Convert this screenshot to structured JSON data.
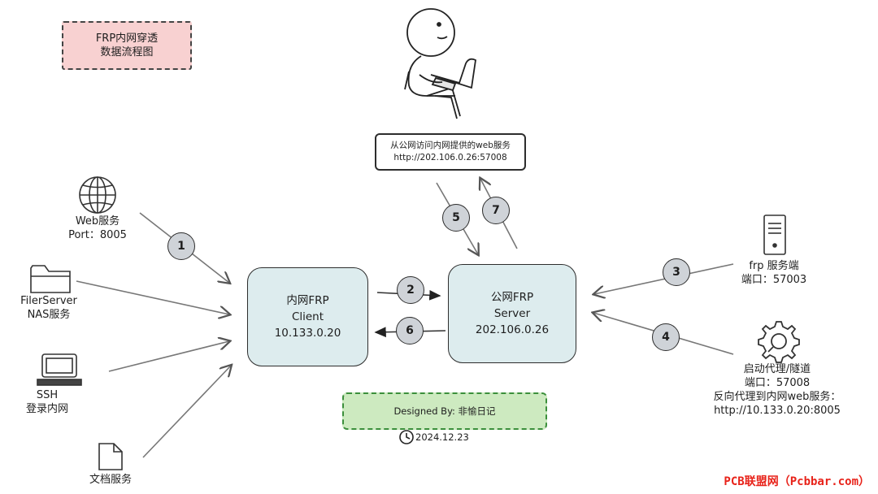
{
  "title": {
    "line1": "FRP内网穿透",
    "line2": "数据流程图"
  },
  "client": {
    "line1": "内网FRP",
    "line2": "Client",
    "line3": "10.133.0.20"
  },
  "server": {
    "line1": "公网FRP",
    "line2": "Server",
    "line3": "202.106.0.26"
  },
  "public_access": {
    "line1": "从公网访问内网提供的web服务",
    "line2": "http://202.106.0.26:57008"
  },
  "services": {
    "web": {
      "line1": "Web服务",
      "line2": "Port：8005",
      "icon": "globe-icon"
    },
    "file": {
      "line1": "FilerServer",
      "line2": "NAS服务",
      "icon": "folder-icon"
    },
    "ssh": {
      "line1": "SSH",
      "line2": "登录内网",
      "icon": "computer-icon"
    },
    "doc": {
      "line1": "文档服务",
      "icon": "document-icon"
    }
  },
  "frps": {
    "line1": "frp 服务端",
    "line2": "端口：57003",
    "icon": "server-tower-icon"
  },
  "proxy": {
    "line1": "启动代理/隧道",
    "line2": "端口：57008",
    "line3": "反向代理到内网web服务：",
    "line4": "http://10.133.0.20:8005",
    "icon": "gear-icon"
  },
  "steps": [
    "1",
    "2",
    "3",
    "4",
    "5",
    "6",
    "7"
  ],
  "designed_by": "Designed By: 非愉日记",
  "date": "2024.12.23",
  "watermark": "PCB联盟网（Pcbbar.com）",
  "colors": {
    "client_fill": "#ddecee",
    "title_fill": "#f8d1d1",
    "designed_fill": "#cdeac0",
    "step_fill": "#cfd3d8",
    "watermark": "#e8231a"
  }
}
